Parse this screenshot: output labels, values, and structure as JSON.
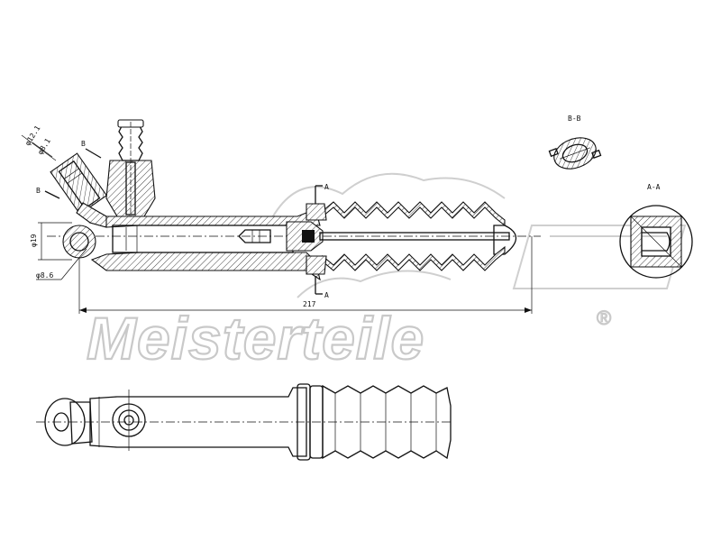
{
  "watermark": {
    "text": "Meisterteile",
    "registered": "®"
  },
  "dimensions": {
    "overall_length": "217",
    "body_diameter": "φ19",
    "mount_hole": "φ8.6",
    "port_outer": "φ12.1",
    "port_inner": "φ8.1"
  },
  "sections": {
    "bb_title": "B-B",
    "aa_title": "A-A",
    "cut_a_top": "A",
    "cut_a_bottom": "A",
    "cut_b_top": "B",
    "cut_b_bottom": "B"
  }
}
